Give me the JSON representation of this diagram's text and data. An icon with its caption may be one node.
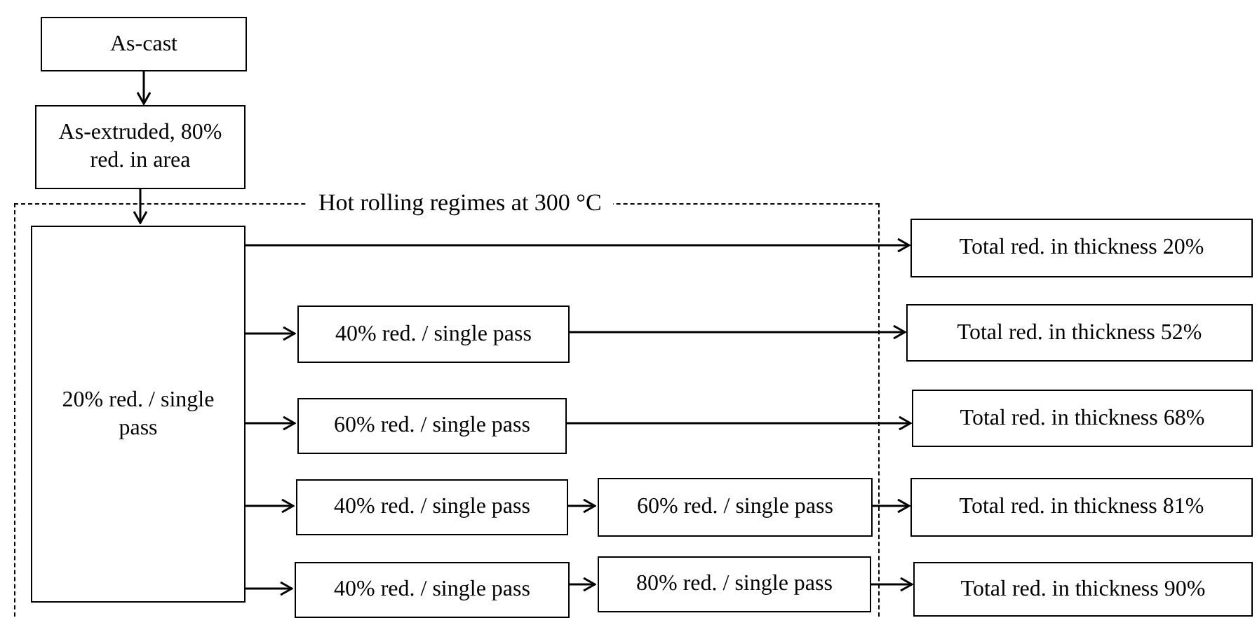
{
  "diagram": {
    "nodes": [
      {
        "text": [
          "As-cast"
        ]
      },
      {
        "text": [
          "As-extruded, 80% red. in area"
        ]
      },
      {
        "text": [
          "Hot rolling regimes at 300 °C"
        ]
      },
      {
        "text": [
          "20% red. / single pass"
        ],
        "in": 2
      },
      {
        "text": [
          "40% red. / single pass"
        ],
        "in": 2
      },
      {
        "text": [
          "60% red. / single pass"
        ],
        "in": 2
      },
      {
        "text": [
          "40% red. / single pass"
        ],
        "in": 2
      },
      {
        "text": [
          "60% red. / single pass"
        ],
        "in": 2
      },
      {
        "text": [
          "40% red. / single pass"
        ],
        "in": 2
      },
      {
        "text": [
          "80% red. / single pass"
        ],
        "in": 2
      },
      {
        "text": [
          "Total red. in thickness 20%"
        ]
      },
      {
        "text": [
          "Total red. in thickness 52%"
        ]
      },
      {
        "text": [
          "Total red. in thickness 68%"
        ]
      },
      {
        "text": [
          "Total red. in thickness 81%"
        ]
      },
      {
        "text": [
          "Total red. in thickness 90%"
        ]
      }
    ],
    "edges": [
      {
        "from": 0,
        "to": 1,
        "arrow": "to"
      },
      {
        "from": 1,
        "to": 3,
        "arrow": "to"
      },
      {
        "from": 3,
        "to": 10,
        "arrow": "to"
      },
      {
        "from": 3,
        "to": 4,
        "arrow": "to"
      },
      {
        "from": 4,
        "to": 11,
        "arrow": "to"
      },
      {
        "from": 3,
        "to": 5,
        "arrow": "to"
      },
      {
        "from": 5,
        "to": 12,
        "arrow": "to"
      },
      {
        "from": 3,
        "to": 6,
        "arrow": "to"
      },
      {
        "from": 6,
        "to": 7,
        "arrow": "to"
      },
      {
        "from": 7,
        "to": 13,
        "arrow": "to"
      },
      {
        "from": 3,
        "to": 8,
        "arrow": "to"
      },
      {
        "from": 8,
        "to": 9,
        "arrow": "to"
      },
      {
        "from": 9,
        "to": 14,
        "arrow": "to"
      }
    ]
  }
}
